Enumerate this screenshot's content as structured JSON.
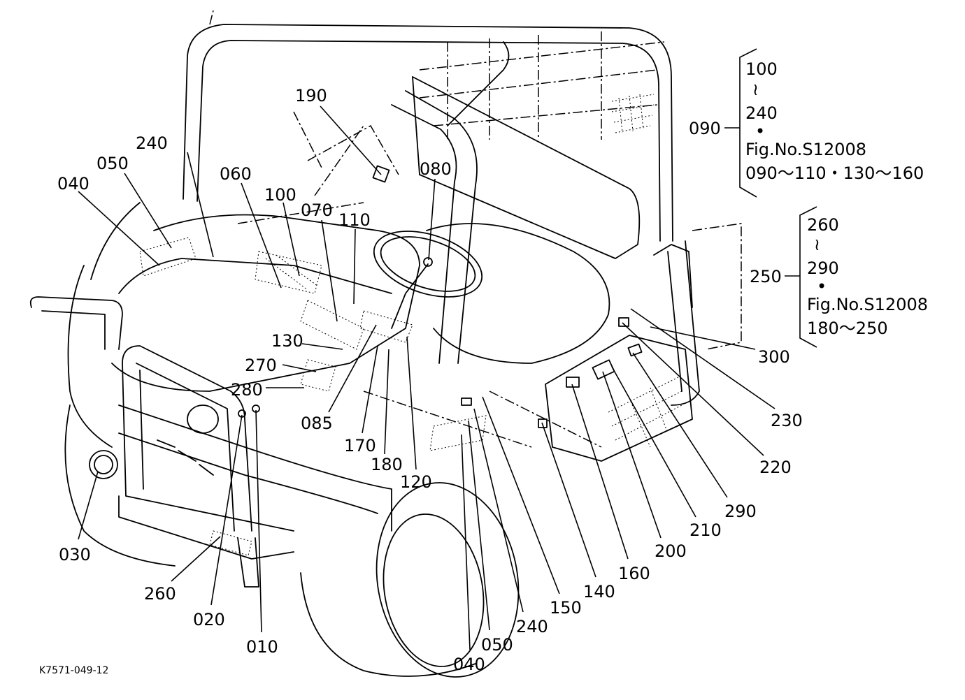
{
  "figure_code": "K7571-049-12",
  "callouts": {
    "c010": "010",
    "c020": "020",
    "c030": "030",
    "c040a": "040",
    "c040b": "040",
    "c050a": "050",
    "c050b": "050",
    "c060": "060",
    "c070": "070",
    "c080": "080",
    "c085": "085",
    "c100": "100",
    "c110": "110",
    "c120": "120",
    "c130": "130",
    "c140": "140",
    "c150": "150",
    "c160": "160",
    "c170": "170",
    "c180": "180",
    "c190": "190",
    "c200": "200",
    "c210": "210",
    "c220": "220",
    "c230": "230",
    "c240a": "240",
    "c240b": "240",
    "c260": "260",
    "c270": "270",
    "c280": "280",
    "c290": "290",
    "c300": "300"
  },
  "group_090": {
    "label": "090",
    "lines": [
      "100",
      "≀",
      "240",
      "•",
      "Fig.No.S12008",
      "090～110・130～160"
    ]
  },
  "group_250": {
    "label": "250",
    "lines": [
      "260",
      "≀",
      "290",
      "•",
      "Fig.No.S12008",
      "180～250"
    ]
  }
}
